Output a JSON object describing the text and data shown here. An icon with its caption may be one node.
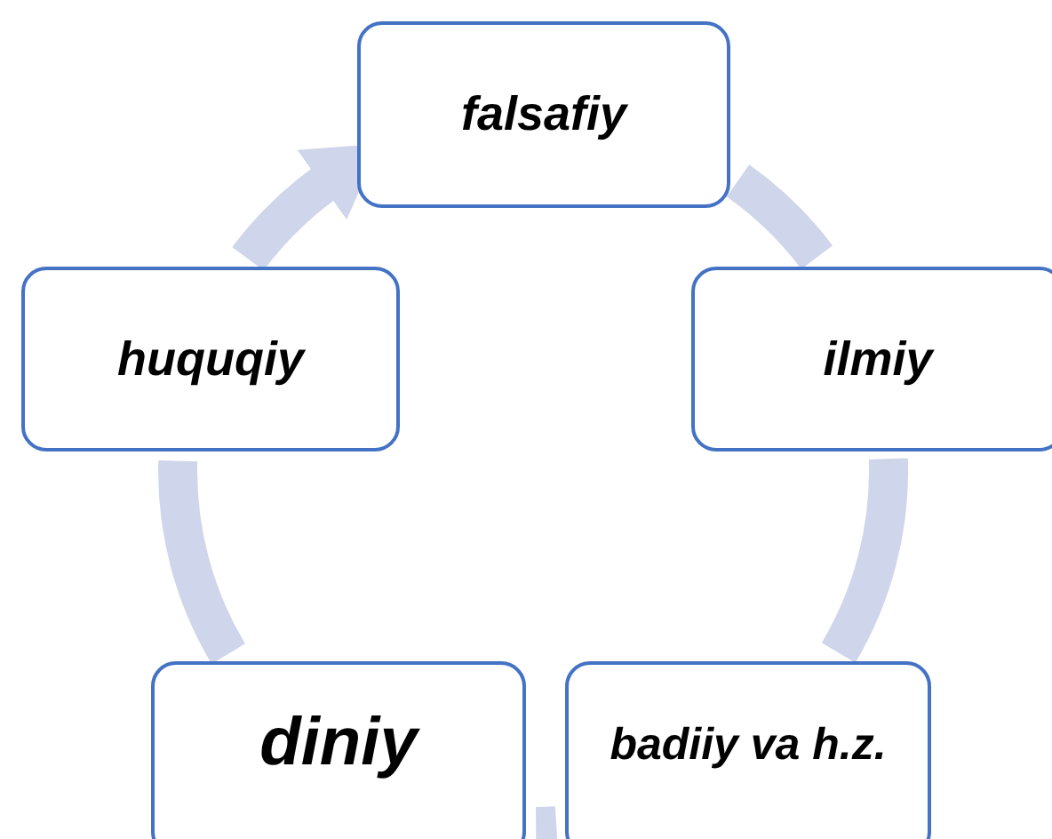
{
  "diagram": {
    "nodes": [
      {
        "text": [
          "falsafiy"
        ]
      },
      {
        "text": [
          "ilmiy"
        ]
      },
      {
        "text": [
          "badiiy va h.z."
        ]
      },
      {
        "text": [
          "diniy"
        ]
      },
      {
        "text": [
          "huquqiy"
        ]
      }
    ],
    "edges": [
      {
        "from": 0,
        "to": 1,
        "arrow": "none"
      },
      {
        "from": 1,
        "to": 2,
        "arrow": "none"
      },
      {
        "from": 2,
        "to": 3,
        "arrow": "none"
      },
      {
        "from": 3,
        "to": 4,
        "arrow": "none"
      },
      {
        "from": 4,
        "to": 0,
        "arrow": "to"
      }
    ]
  }
}
